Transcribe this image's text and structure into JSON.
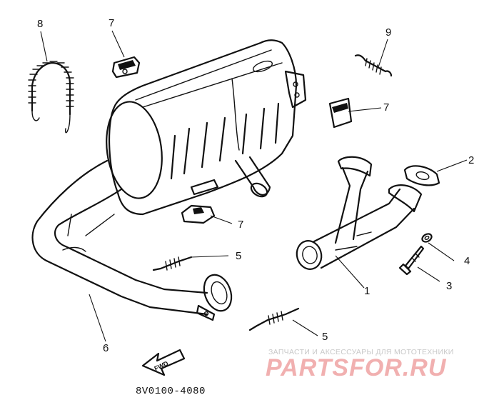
{
  "callouts": {
    "pipe_1": "1",
    "gasket_2": "2",
    "bolt_3": "3",
    "washer_4": "4",
    "spring_5_upper": "5",
    "spring_5_lower": "5",
    "pipe_6": "6",
    "damper_7_top": "7",
    "damper_7_right": "7",
    "damper_7_lower": "7",
    "spring_8": "8",
    "spring_9": "9"
  },
  "fwd_mark": "FWD",
  "drawing_code": "8V0100-4080",
  "watermark": {
    "tagline": "ЗАПЧАСТИ И АКСЕССУАРЫ ДЛЯ МОТОТЕХНИКИ",
    "brand": "PARTSFOR.RU"
  },
  "colors": {
    "ink": "#111111",
    "watermark_brand": "#f1b0b0",
    "watermark_tagline": "#c9c9c9"
  }
}
